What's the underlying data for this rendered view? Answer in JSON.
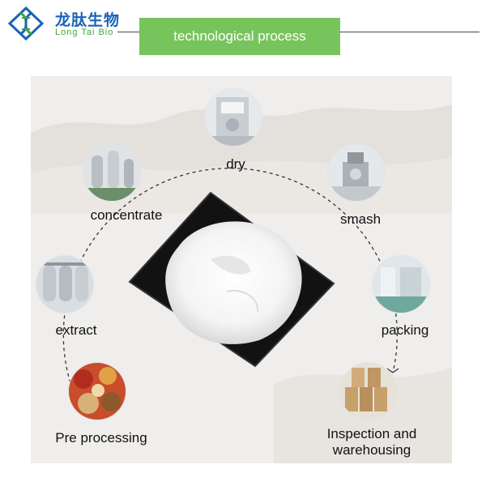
{
  "header": {
    "logo_cn": "龙肽生物",
    "logo_en": "Long Tai Bio",
    "banner_title": "technological process"
  },
  "colors": {
    "banner_bg": "#77c45c",
    "logo_blue": "#1a63b6",
    "logo_green": "#3fa43c",
    "panel_bg": "#f0eeec",
    "ring_dash": "#333333"
  },
  "center": {
    "icon": "white-powder-on-black-plate"
  },
  "steps": [
    {
      "label": "Pre processing",
      "icon": "dried-herbs-photo"
    },
    {
      "label": "extract",
      "icon": "extraction-tanks-photo"
    },
    {
      "label": "concentrate",
      "icon": "concentrator-equipment-photo"
    },
    {
      "label": "dry",
      "icon": "dryer-machine-photo"
    },
    {
      "label": "smash",
      "icon": "grinder-machine-photo"
    },
    {
      "label": "packing",
      "icon": "clean-room-photo"
    },
    {
      "label_line1": "Inspection and",
      "label_line2": "warehousing",
      "icon": "stacked-drums-photo"
    }
  ]
}
